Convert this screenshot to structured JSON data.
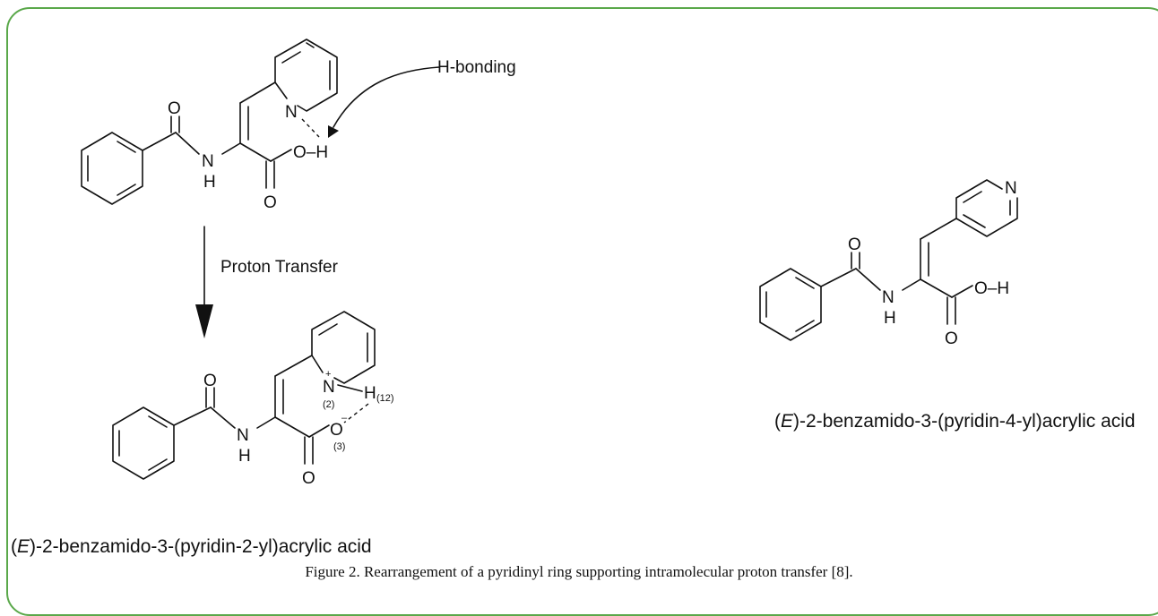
{
  "labels": {
    "h_bonding": "H-bonding",
    "proton_transfer": "Proton Transfer"
  },
  "atoms": {
    "N": "N",
    "H": "H",
    "O": "O",
    "plus": "+",
    "O_H": "O–H",
    "dash": "–"
  },
  "indices": {
    "n2": "(2)",
    "h12": "(12)",
    "o3": "(3)"
  },
  "names": {
    "left_italic": "E",
    "left_rest": ")-2-benzamido-3-(pyridin-2-yl)acrylic acid",
    "right_italic": "E",
    "right_rest": ")-2-benzamido-3-(pyridin-4-yl)acrylic acid",
    "open_paren": "("
  },
  "caption": "Figure 2. Rearrangement of a pyridinyl ring supporting intramolecular proton transfer [8].",
  "colors": {
    "border": "#5aa84a",
    "ink": "#111111"
  }
}
